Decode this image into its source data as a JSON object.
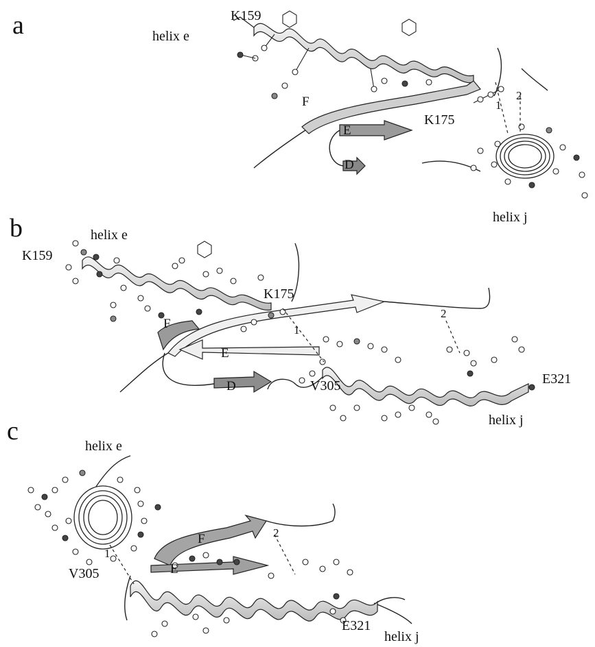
{
  "panels": [
    {
      "letter": "a",
      "helix_e": "helix e",
      "helix_j": "helix j",
      "residues": [
        "K159",
        "K175"
      ],
      "strands": [
        "F",
        "E",
        "D"
      ],
      "distances": [
        "1",
        "2"
      ]
    },
    {
      "letter": "b",
      "helix_e": "helix e",
      "helix_j": "helix j",
      "residues": [
        "K159",
        "K175",
        "V305",
        "E321"
      ],
      "strands": [
        "F",
        "E",
        "D"
      ],
      "distances": [
        "1",
        "2"
      ]
    },
    {
      "letter": "c",
      "helix_e": "helix e",
      "helix_j": "helix j",
      "residues": [
        "V305",
        "E321"
      ],
      "strands": [
        "F",
        "E"
      ],
      "distances": [
        "1",
        "2"
      ]
    }
  ]
}
